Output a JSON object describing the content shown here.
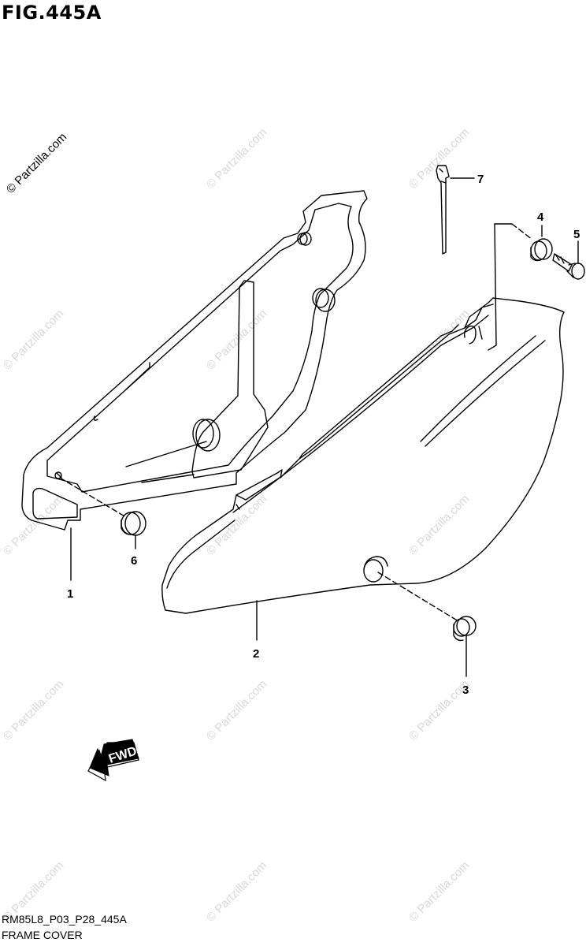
{
  "figure": {
    "title": "FIG.445A",
    "code": "RM85L8_P03_P28_445A",
    "name": "FRAME COVER"
  },
  "watermark": {
    "text": "© Partzilla.com"
  },
  "direction_label": "FWD",
  "callouts": [
    "1",
    "2",
    "3",
    "4",
    "5",
    "6",
    "7"
  ],
  "colors": {
    "line": "#000000",
    "background": "#ffffff",
    "watermark": "#d8d8d8"
  }
}
